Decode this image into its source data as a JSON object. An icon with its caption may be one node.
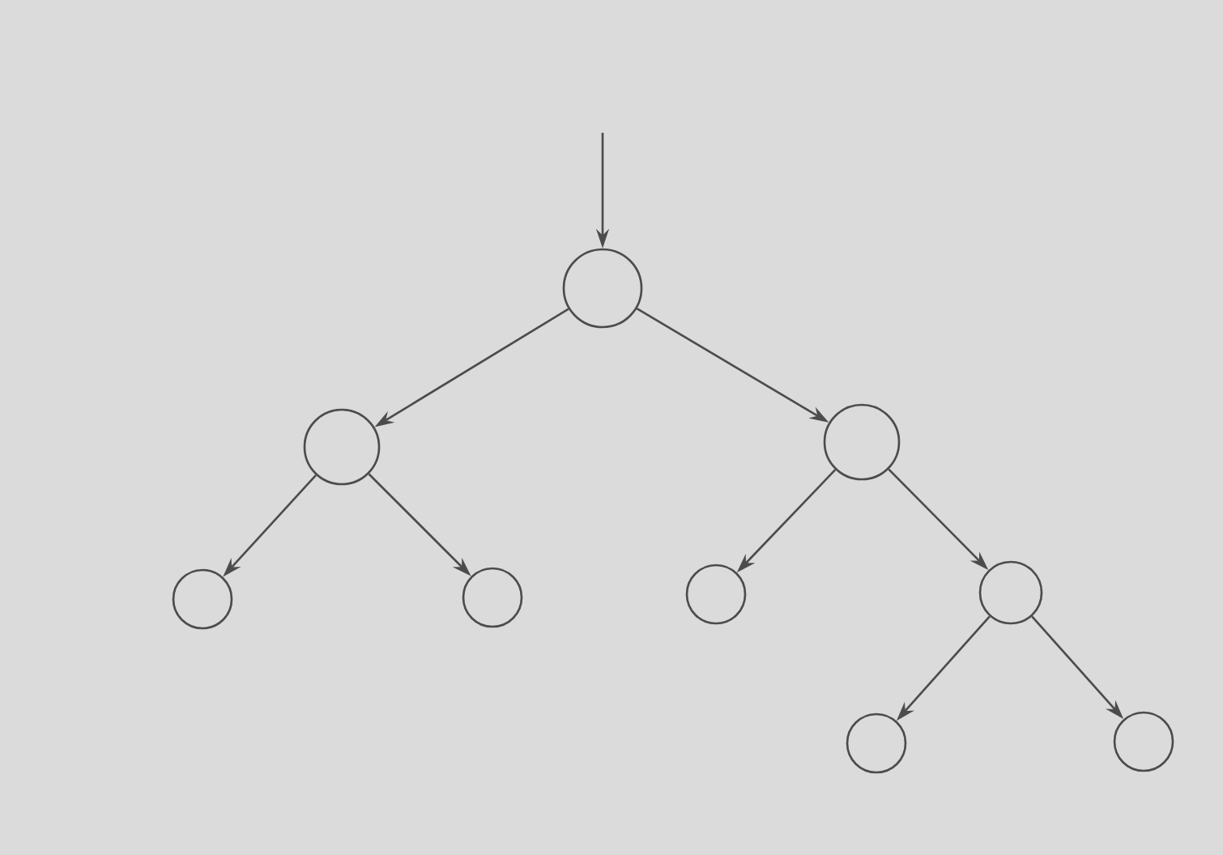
{
  "diagram": {
    "nodes": [
      {
        "text": [],
        "shape": "circle"
      },
      {
        "text": [],
        "shape": "circle"
      },
      {
        "text": [],
        "shape": "circle"
      },
      {
        "text": [],
        "shape": "circle"
      },
      {
        "text": [],
        "shape": "circle"
      },
      {
        "text": [],
        "shape": "circle"
      },
      {
        "text": [],
        "shape": "circle"
      },
      {
        "text": [],
        "shape": "circle"
      },
      {
        "text": [],
        "shape": "circle"
      }
    ],
    "edges": [
      {
        "from": null,
        "to": 0,
        "arrow": "to"
      },
      {
        "from": 0,
        "to": 1,
        "arrow": "to"
      },
      {
        "from": 0,
        "to": 2,
        "arrow": "to"
      },
      {
        "from": 1,
        "to": 3,
        "arrow": "to"
      },
      {
        "from": 1,
        "to": 4,
        "arrow": "to"
      },
      {
        "from": 2,
        "to": 5,
        "arrow": "to"
      },
      {
        "from": 2,
        "to": 6,
        "arrow": "to"
      },
      {
        "from": 6,
        "to": 7,
        "arrow": "to"
      },
      {
        "from": 6,
        "to": 8,
        "arrow": "to"
      }
    ]
  }
}
